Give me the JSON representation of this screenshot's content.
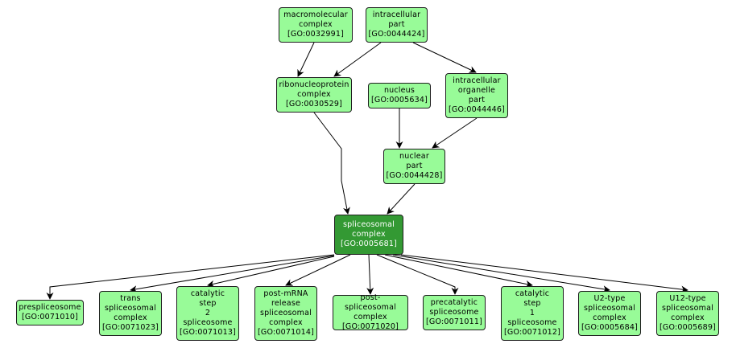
{
  "colors": {
    "node_fill": "#98fb98",
    "focus_fill": "#339933",
    "focus_text": "#ffffff",
    "edge": "#000000"
  },
  "nodes": [
    {
      "id": "GO:0032991",
      "label": "macromolecular\ncomplex\n[GO:0032991]",
      "role": "ancestor"
    },
    {
      "id": "GO:0044424",
      "label": "intracellular\npart\n[GO:0044424]",
      "role": "ancestor"
    },
    {
      "id": "GO:0030529",
      "label": "ribonucleoprotein\ncomplex\n[GO:0030529]",
      "role": "ancestor"
    },
    {
      "id": "GO:0005634",
      "label": "nucleus\n[GO:0005634]",
      "role": "ancestor"
    },
    {
      "id": "GO:0044446",
      "label": "intracellular\norganelle\npart\n[GO:0044446]",
      "role": "ancestor"
    },
    {
      "id": "GO:0044428",
      "label": "nuclear\npart\n[GO:0044428]",
      "role": "ancestor"
    },
    {
      "id": "GO:0005681",
      "label": "spliceosomal\ncomplex\n[GO:0005681]",
      "role": "focus"
    },
    {
      "id": "GO:0071010",
      "label": "prespliceosome\n[GO:0071010]",
      "role": "child"
    },
    {
      "id": "GO:0071023",
      "label": "trans\nspliceosomal\ncomplex\n[GO:0071023]",
      "role": "child"
    },
    {
      "id": "GO:0071013",
      "label": "catalytic\nstep\n2\nspliceosome\n[GO:0071013]",
      "role": "child"
    },
    {
      "id": "GO:0071014",
      "label": "post-mRNA\nrelease\nspliceosomal\ncomplex\n[GO:0071014]",
      "role": "child"
    },
    {
      "id": "GO:0071020",
      "label": "post-spliceosomal\ncomplex\n[GO:0071020]",
      "role": "child"
    },
    {
      "id": "GO:0071011",
      "label": "precatalytic\nspliceosome\n[GO:0071011]",
      "role": "child"
    },
    {
      "id": "GO:0071012",
      "label": "catalytic\nstep\n1\nspliceosome\n[GO:0071012]",
      "role": "child"
    },
    {
      "id": "GO:0005684",
      "label": "U2-type\nspliceosomal\ncomplex\n[GO:0005684]",
      "role": "child"
    },
    {
      "id": "GO:0005689",
      "label": "U12-type\nspliceosomal\ncomplex\n[GO:0005689]",
      "role": "child"
    }
  ],
  "edges": [
    {
      "from": "GO:0032991",
      "to": "GO:0030529"
    },
    {
      "from": "GO:0044424",
      "to": "GO:0030529"
    },
    {
      "from": "GO:0044424",
      "to": "GO:0044446"
    },
    {
      "from": "GO:0005634",
      "to": "GO:0044428"
    },
    {
      "from": "GO:0044446",
      "to": "GO:0044428"
    },
    {
      "from": "GO:0030529",
      "to": "GO:0005681"
    },
    {
      "from": "GO:0044428",
      "to": "GO:0005681"
    },
    {
      "from": "GO:0005681",
      "to": "GO:0071010"
    },
    {
      "from": "GO:0005681",
      "to": "GO:0071023"
    },
    {
      "from": "GO:0005681",
      "to": "GO:0071013"
    },
    {
      "from": "GO:0005681",
      "to": "GO:0071014"
    },
    {
      "from": "GO:0005681",
      "to": "GO:0071020"
    },
    {
      "from": "GO:0005681",
      "to": "GO:0071011"
    },
    {
      "from": "GO:0005681",
      "to": "GO:0071012"
    },
    {
      "from": "GO:0005681",
      "to": "GO:0005684"
    },
    {
      "from": "GO:0005681",
      "to": "GO:0005689"
    }
  ]
}
